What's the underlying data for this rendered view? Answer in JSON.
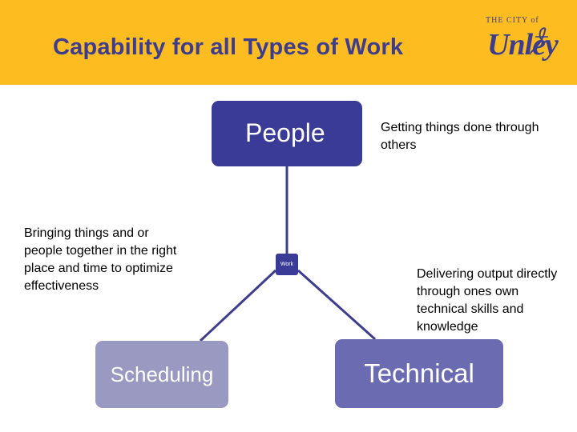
{
  "header": {
    "title": "Capability for all Types of Work",
    "logo_small": "THE CITY of",
    "logo_big": "Unley"
  },
  "diagram": {
    "people": {
      "label": "People",
      "description": "Getting things done through others"
    },
    "scheduling": {
      "label": "Scheduling",
      "description": "Bringing things and or people together in the right place and time to optimize effectiveness"
    },
    "technical": {
      "label": "Technical",
      "description": "Delivering output directly through ones own technical skills and knowledge"
    },
    "center": {
      "label": "Work"
    }
  },
  "colors": {
    "header_bg": "#fdbd20",
    "title": "#3c3d8e",
    "people_box": "#3a3b97",
    "scheduling_box": "#9999c1",
    "technical_box": "#6a6bb1",
    "connector": "#3c3d8e"
  },
  "icons": [
    "city-of-unley-logo"
  ]
}
